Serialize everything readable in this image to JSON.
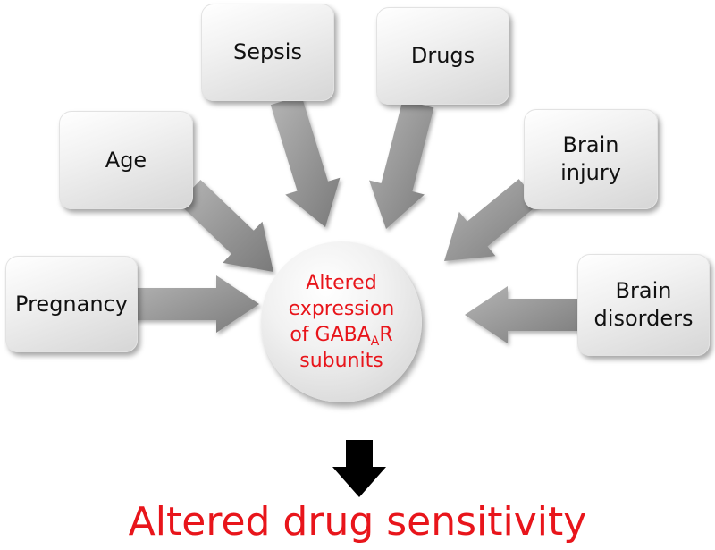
{
  "factors": [
    {
      "id": "pregnancy",
      "label": "Pregnancy"
    },
    {
      "id": "age",
      "label": "Age"
    },
    {
      "id": "sepsis",
      "label": "Sepsis"
    },
    {
      "id": "drugs",
      "label": "Drugs"
    },
    {
      "id": "brain-injury",
      "label": "Brain\ninjury"
    },
    {
      "id": "brain-disorders",
      "label": "Brain\ndisorders"
    }
  ],
  "center": {
    "line1": "Altered",
    "line2": "expression",
    "line3_prefix": "of GABA",
    "line3_subscript": "A",
    "line3_suffix": "R",
    "line4": "subunits"
  },
  "result": "Altered drug sensitivity",
  "colors": {
    "highlight_text": "#e8151b",
    "arrow_fill": "#8c8c8c",
    "result_arrow": "#000000"
  }
}
